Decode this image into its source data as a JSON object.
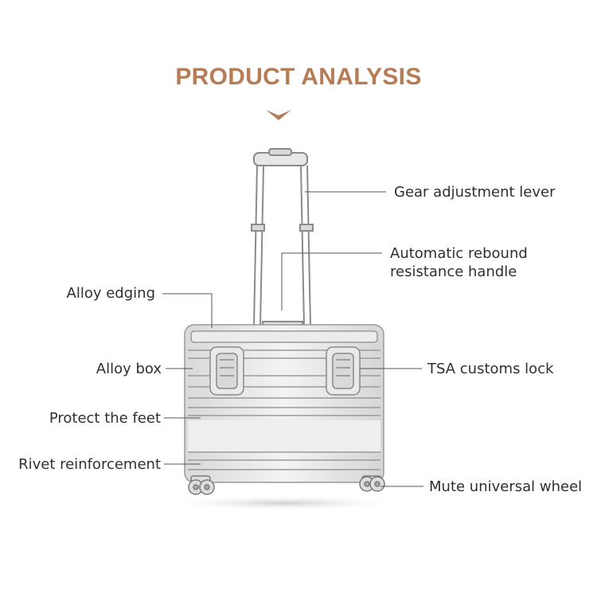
{
  "title": "PRODUCT ANALYSIS",
  "accent_color": "#b67c56",
  "labels": {
    "gear_adjustment_lever": "Gear adjustment lever",
    "automatic_rebound_line1": "Automatic rebound",
    "automatic_rebound_line2": "resistance handle",
    "alloy_edging": "Alloy edging",
    "alloy_box": "Alloy box",
    "tsa_customs_lock": "TSA customs lock",
    "protect_the_feet": "Protect the feet",
    "rivet_reinforcement": "Rivet reinforcement",
    "mute_universal_wheel": "Mute universal wheel"
  }
}
